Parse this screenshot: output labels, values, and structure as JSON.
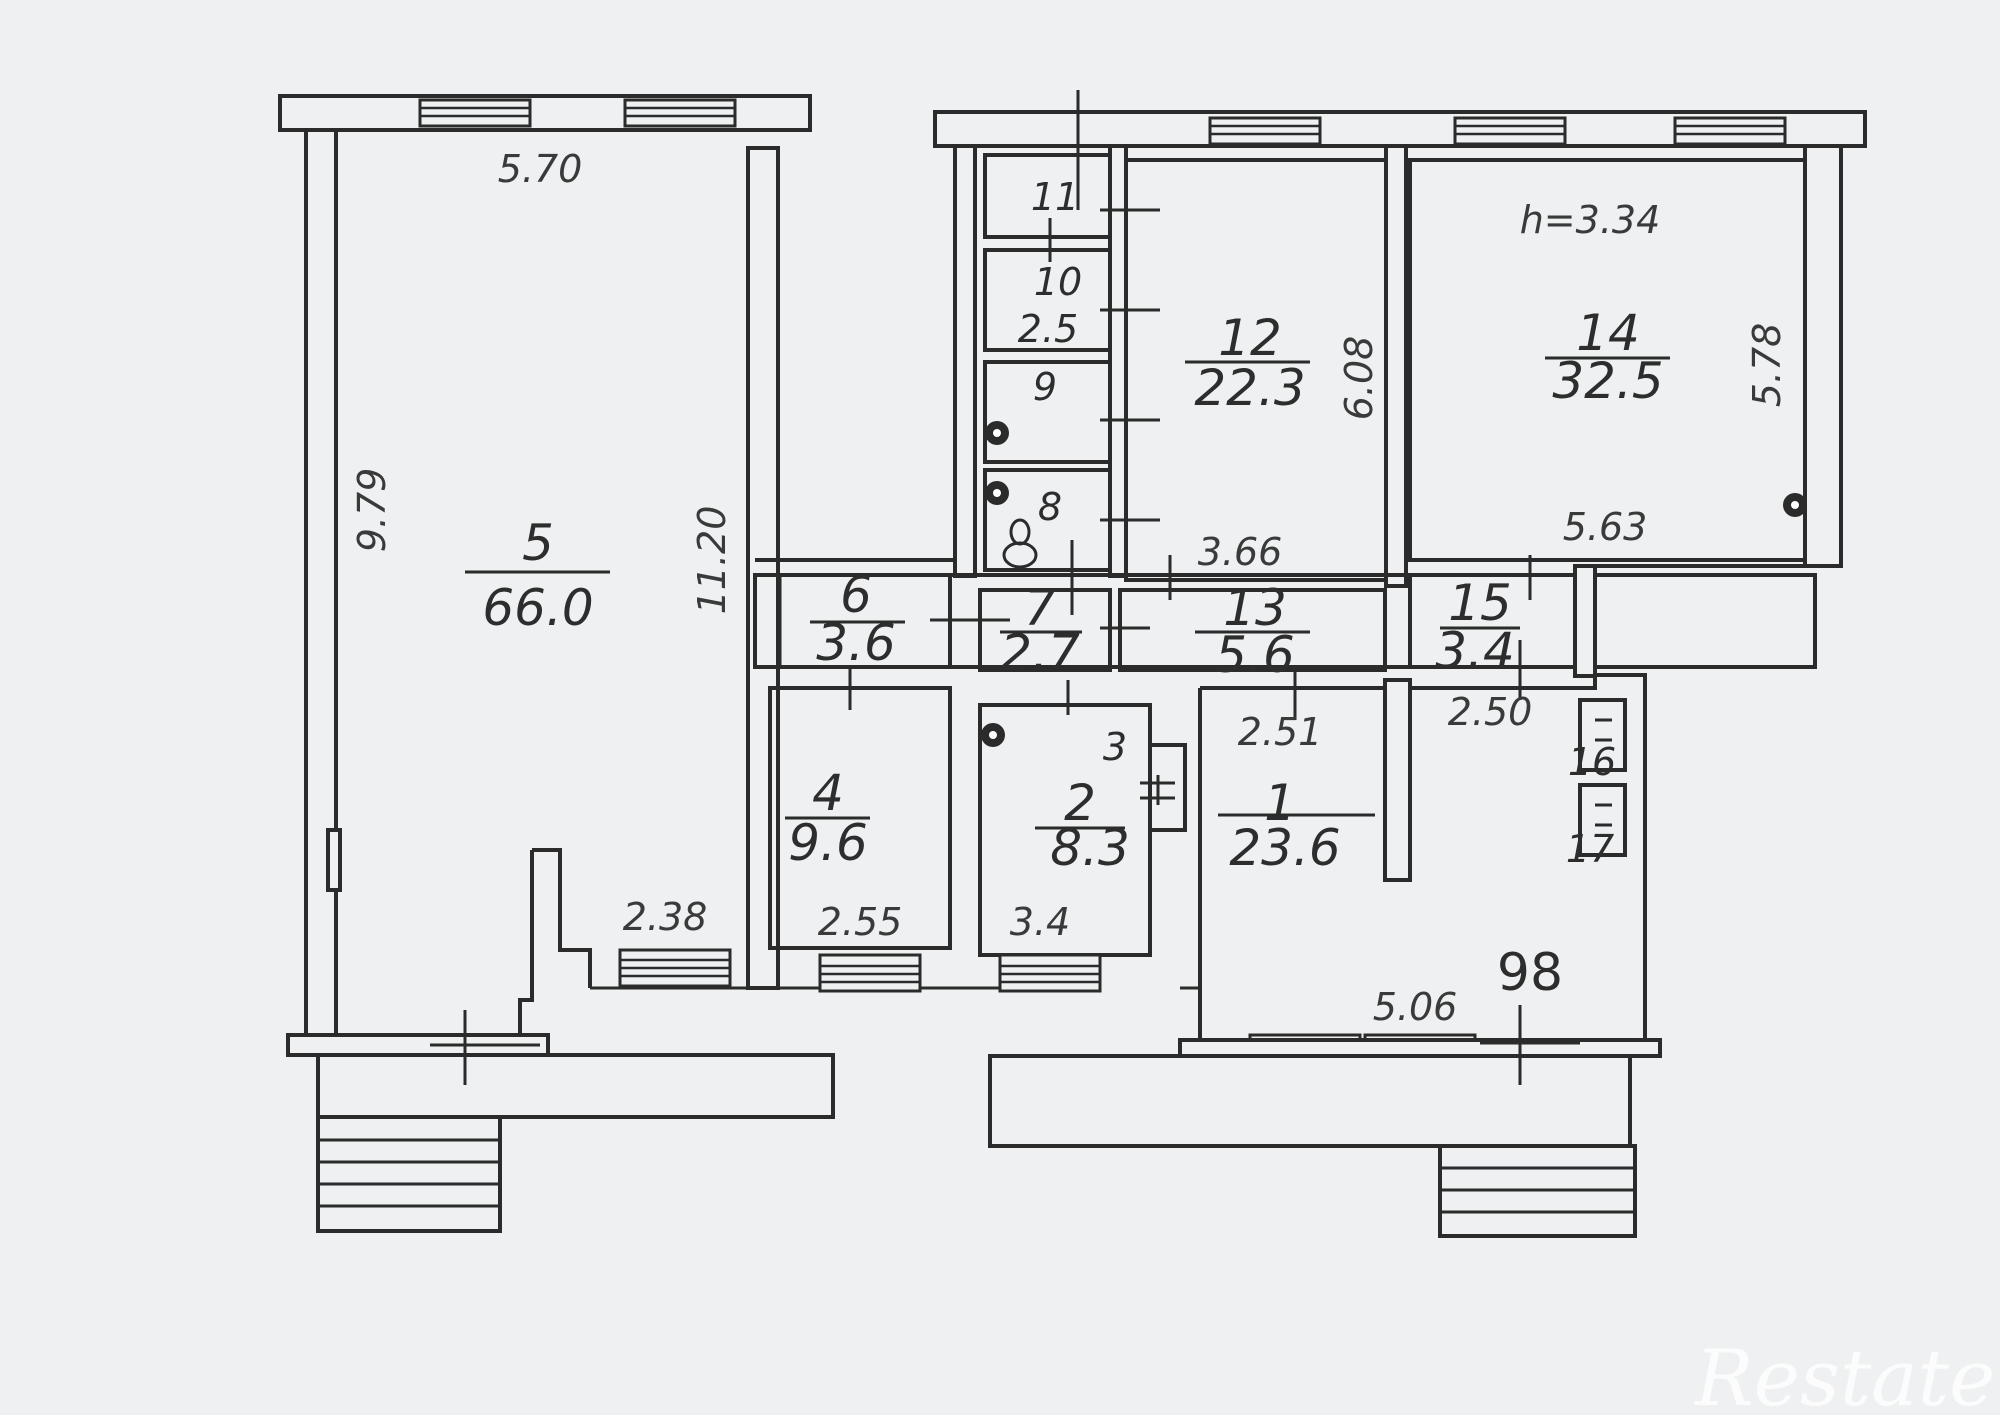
{
  "rooms": [
    {
      "number": "5",
      "area": "66.0"
    },
    {
      "number": "6",
      "area": "3.6"
    },
    {
      "number": "7",
      "area": "2.7"
    },
    {
      "number": "4",
      "area": "9.6"
    },
    {
      "number": "2",
      "area": "8.3"
    },
    {
      "number": "3",
      "area": ""
    },
    {
      "number": "1",
      "area": "23.6"
    },
    {
      "number": "8",
      "area": ""
    },
    {
      "number": "9",
      "area": ""
    },
    {
      "number": "10",
      "area": "2.5"
    },
    {
      "number": "11",
      "area": ""
    },
    {
      "number": "12",
      "area": "22.3"
    },
    {
      "number": "13",
      "area": "5.6"
    },
    {
      "number": "14",
      "area": "32.5"
    },
    {
      "number": "15",
      "area": "3.4"
    },
    {
      "number": "16",
      "area": ""
    },
    {
      "number": "17",
      "area": ""
    }
  ],
  "dimensions": {
    "room5_top": "5.70",
    "room5_left": "9.79",
    "room5_right": "11.20",
    "room5_bottom": "2.38",
    "room4_bottom": "2.55",
    "room12_right": "6.08",
    "room12_bottom": "3.66",
    "room14_right": "5.78",
    "room14_bottom": "5.63",
    "room1_top": "2.51",
    "room15_bottom": "2.50",
    "room1_bottom": "5.06",
    "height": "h=3.34",
    "room2_bottom": "3.4"
  },
  "label_98": "98",
  "watermark": "Restate"
}
